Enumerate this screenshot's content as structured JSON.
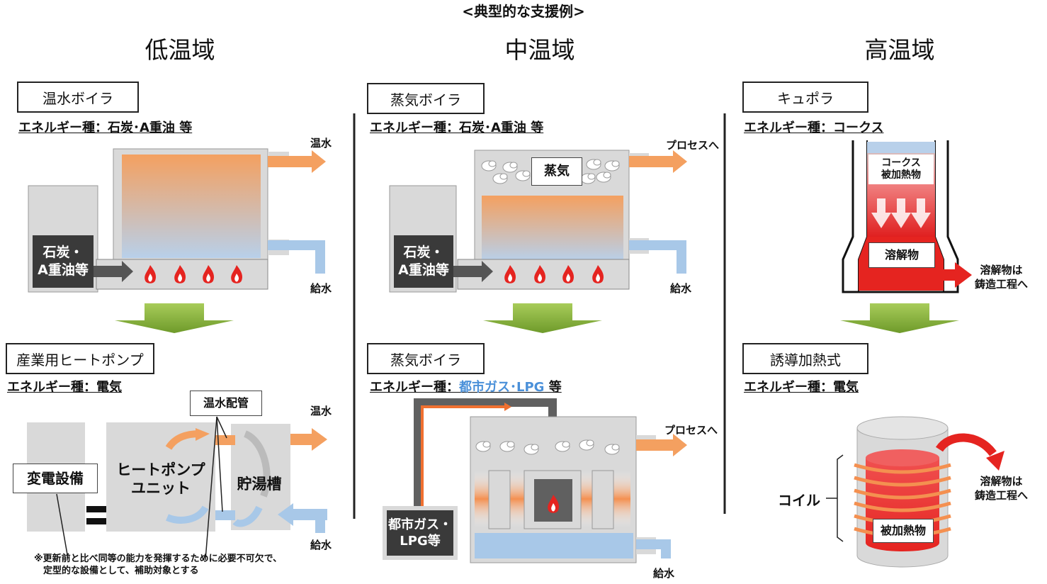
{
  "main_title": "<典型的な支援例>",
  "columns": {
    "low": {
      "title": "低温域",
      "before": {
        "label": "温水ボイラ",
        "energy_prefix": "エネルギー種：",
        "energy_value": "石炭･A重油 等",
        "fuel": "石炭・\nA重油等",
        "out": "温水",
        "in": "給水"
      },
      "after": {
        "label": "産業用ヒートポンプ",
        "energy_prefix": "エネルギー種：",
        "energy_value": "電気",
        "pipe_label": "温水配管",
        "substation": "変電設備",
        "hp_unit": "ヒートポンプ\nユニット",
        "tank": "貯湯槽",
        "out": "温水",
        "in": "給水",
        "note": "※更新前と比べ同等の能力を発揮するために必要不可欠で、\n　定型的な設備として、補助対象とする"
      }
    },
    "mid": {
      "title": "中温域",
      "before": {
        "label": "蒸気ボイラ",
        "energy_prefix": "エネルギー種：",
        "energy_value": "石炭･A重油 等",
        "fuel": "石炭・\nA重油等",
        "steam": "蒸気",
        "out": "プロセスへ",
        "in": "給水"
      },
      "after": {
        "label": "蒸気ボイラ",
        "energy_prefix": "エネルギー種：",
        "energy_value": "都市ガス･LPG",
        "energy_suffix": " 等",
        "fuel": "都市ガス・\nLPG等",
        "out": "プロセスへ",
        "in": "給水"
      }
    },
    "high": {
      "title": "高温域",
      "before": {
        "label": "キュポラ",
        "energy_prefix": "エネルギー種：",
        "energy_value": "コークス",
        "charge": "コークス\n被加熱物",
        "melt": "溶解物",
        "out": "溶解物は\n鋳造工程へ"
      },
      "after": {
        "label": "誘導加熱式",
        "energy_prefix": "エネルギー種：",
        "energy_value": "電気",
        "coil": "コイル",
        "workpiece": "被加熱物",
        "out": "溶解物は\n鋳造工程へ"
      }
    }
  },
  "colors": {
    "orange": "#f4a060",
    "blue": "#a8c8e8",
    "green": "#8ab43c",
    "red": "#e52420",
    "gray": "#d9d9d9"
  }
}
